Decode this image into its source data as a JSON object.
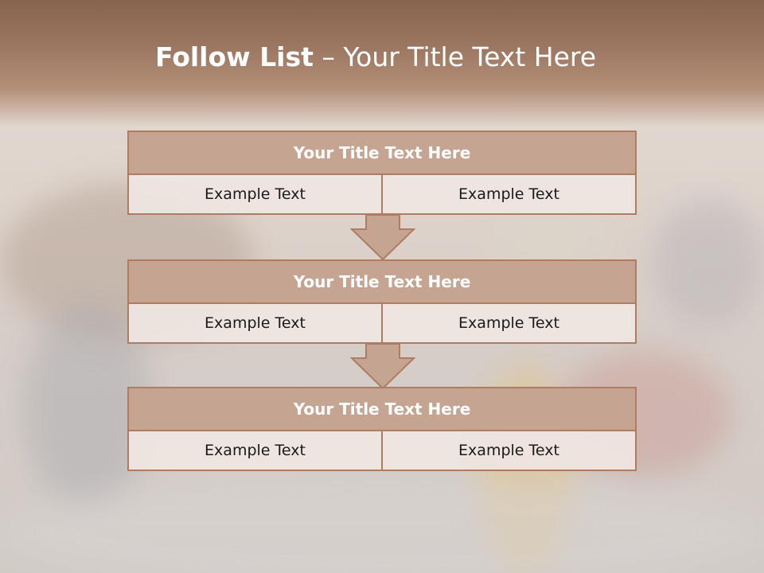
{
  "slide": {
    "title_bold": "Follow List",
    "title_rest": " – Your Title Text Here"
  },
  "blocks": [
    {
      "title": "Your Title Text Here",
      "cells": [
        "Example Text",
        "Example Text"
      ]
    },
    {
      "title": "Your Title Text Here",
      "cells": [
        "Example Text",
        "Example Text"
      ]
    },
    {
      "title": "Your Title Text Here",
      "cells": [
        "Example Text",
        "Example Text"
      ]
    }
  ],
  "colors": {
    "header": "#87644f",
    "block_title_fill": "#c5a592",
    "border": "#ad7c62",
    "cell_fill": "#f0e6e2"
  }
}
